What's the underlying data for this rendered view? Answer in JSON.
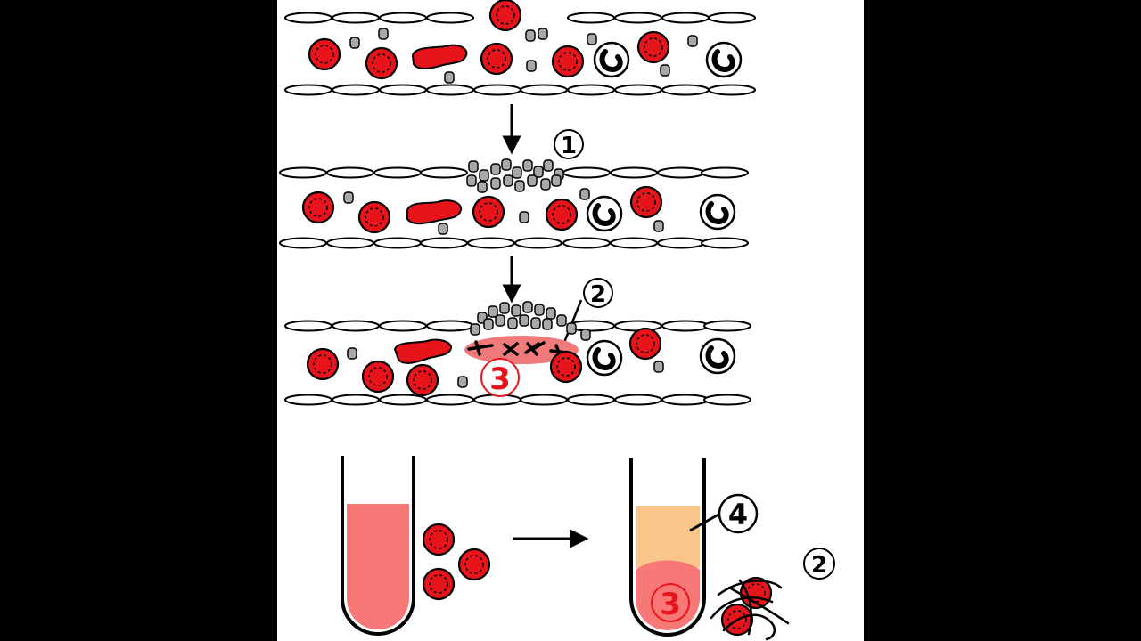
{
  "labels": {
    "one": "1",
    "two": "2",
    "three": "3",
    "four": "4"
  },
  "colors": {
    "background": "#000000",
    "panel": "#ffffff",
    "rbc": "#e8141c",
    "platelet": "#a8a8a8",
    "clot_pad": "#f07a7a",
    "serum": "#f8c58a",
    "tube_blood": "#f87878",
    "stroke": "#000000"
  },
  "icons": {
    "red_blood_cell": "rbc-icon",
    "platelet": "platelet-icon",
    "white_blood_cell": "wbc-icon",
    "endothelial_cell": "endothelial-cell-icon",
    "fibrin_strand": "fibrin-icon",
    "test_tube": "test-tube-icon",
    "arrow": "arrow-icon"
  }
}
